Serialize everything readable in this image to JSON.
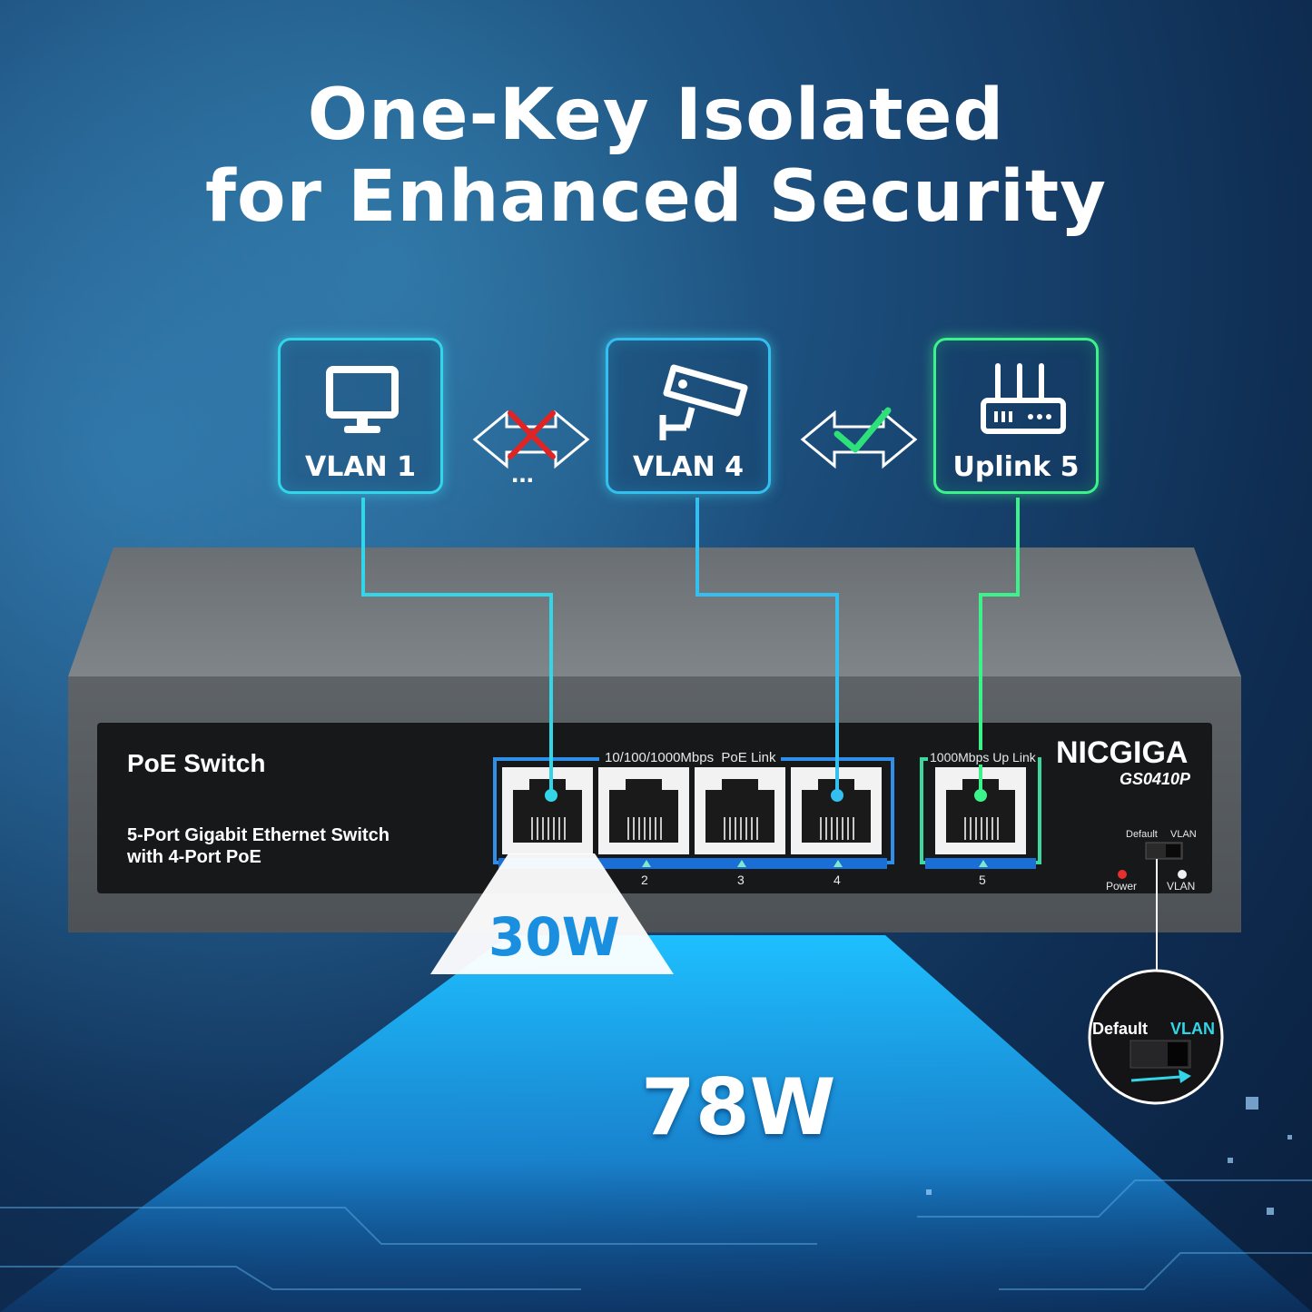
{
  "headline": {
    "line1": "One-Key Isolated",
    "line2": "for Enhanced Security"
  },
  "boxes": [
    {
      "label": "VLAN 1",
      "icon": "monitor-icon"
    },
    {
      "label": "VLAN 4",
      "icon": "security-camera-icon"
    },
    {
      "label": "Uplink 5",
      "icon": "router-icon"
    }
  ],
  "links": {
    "blocked_icon": "blocked-arrow-icon",
    "blocked_dots": "...",
    "allowed_icon": "allowed-arrow-icon"
  },
  "switch": {
    "product_type": "PoE Switch",
    "description_line1": "5-Port Gigabit Ethernet Switch",
    "description_line2": "with 4-Port PoE",
    "brand": "NICGIGA",
    "model": "GS0410P",
    "poe_group_label": "10/100/1000Mbps  PoE Link",
    "uplink_label": "1000Mbps Up Link",
    "port_numbers": [
      "2",
      "3",
      "4",
      "5"
    ],
    "dip_label_default": "Default",
    "dip_label_vlan": "VLAN",
    "led_power": "Power",
    "led_vlan": "VLAN"
  },
  "power": {
    "per_port": "30W",
    "total": "78W"
  },
  "zoom": {
    "label_default": "Default",
    "label_vlan": "VLAN"
  },
  "colors": {
    "cyan": "#33d6e8",
    "green": "#3cf28a",
    "blue_accent": "#1a8fe0",
    "red": "#e02424"
  }
}
